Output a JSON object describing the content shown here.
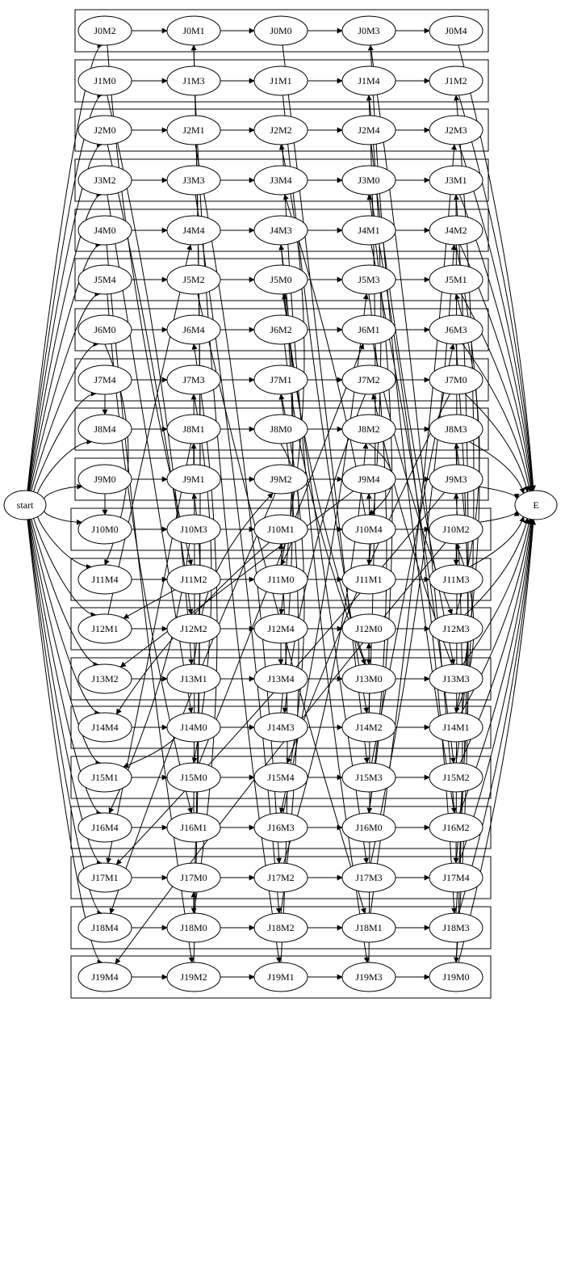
{
  "graph": {
    "start_label": "start",
    "end_label": "E",
    "jobs": [
      {
        "job": "J0",
        "ops": [
          "J0M2",
          "J0M1",
          "J0M0",
          "J0M3",
          "J0M4"
        ]
      },
      {
        "job": "J1",
        "ops": [
          "J1M0",
          "J1M3",
          "J1M1",
          "J1M4",
          "J1M2"
        ]
      },
      {
        "job": "J2",
        "ops": [
          "J2M0",
          "J2M1",
          "J2M2",
          "J2M4",
          "J2M3"
        ]
      },
      {
        "job": "J3",
        "ops": [
          "J3M2",
          "J3M3",
          "J3M4",
          "J3M0",
          "J3M1"
        ]
      },
      {
        "job": "J4",
        "ops": [
          "J4M0",
          "J4M4",
          "J4M3",
          "J4M1",
          "J4M2"
        ]
      },
      {
        "job": "J5",
        "ops": [
          "J5M4",
          "J5M2",
          "J5M0",
          "J5M3",
          "J5M1"
        ]
      },
      {
        "job": "J6",
        "ops": [
          "J6M0",
          "J6M4",
          "J6M2",
          "J6M1",
          "J6M3"
        ]
      },
      {
        "job": "J7",
        "ops": [
          "J7M4",
          "J7M3",
          "J7M1",
          "J7M2",
          "J7M0"
        ]
      },
      {
        "job": "J8",
        "ops": [
          "J8M4",
          "J8M1",
          "J8M0",
          "J8M2",
          "J8M3"
        ]
      },
      {
        "job": "J9",
        "ops": [
          "J9M0",
          "J9M1",
          "J9M2",
          "J9M4",
          "J9M3"
        ]
      },
      {
        "job": "J10",
        "ops": [
          "J10M0",
          "J10M3",
          "J10M1",
          "J10M4",
          "J10M2"
        ]
      },
      {
        "job": "J11",
        "ops": [
          "J11M4",
          "J11M2",
          "J11M0",
          "J11M1",
          "J11M3"
        ]
      },
      {
        "job": "J12",
        "ops": [
          "J12M1",
          "J12M2",
          "J12M4",
          "J12M0",
          "J12M3"
        ]
      },
      {
        "job": "J13",
        "ops": [
          "J13M2",
          "J13M1",
          "J13M4",
          "J13M0",
          "J13M3"
        ]
      },
      {
        "job": "J14",
        "ops": [
          "J14M4",
          "J14M0",
          "J14M3",
          "J14M2",
          "J14M1"
        ]
      },
      {
        "job": "J15",
        "ops": [
          "J15M1",
          "J15M0",
          "J15M4",
          "J15M3",
          "J15M2"
        ]
      },
      {
        "job": "J16",
        "ops": [
          "J16M4",
          "J16M1",
          "J16M3",
          "J16M0",
          "J16M2"
        ]
      },
      {
        "job": "J17",
        "ops": [
          "J17M1",
          "J17M0",
          "J17M2",
          "J17M3",
          "J17M4"
        ]
      },
      {
        "job": "J18",
        "ops": [
          "J18M4",
          "J18M0",
          "J18M2",
          "J18M1",
          "J18M3"
        ]
      },
      {
        "job": "J19",
        "ops": [
          "J19M4",
          "J19M2",
          "J19M1",
          "J19M3",
          "J19M0"
        ]
      }
    ],
    "vertical_edges": [
      [
        "J7M4",
        "J8M4"
      ],
      [
        "J9M0",
        "J10M0"
      ],
      [
        "J9M1",
        "J8M1"
      ],
      [
        "J12M4",
        "J13M4"
      ],
      [
        "J12M0",
        "J13M0"
      ],
      [
        "J18M0",
        "J17M0"
      ]
    ],
    "machine_edges": [
      [
        "J0M2",
        "J11M2"
      ],
      [
        "J0M1",
        "J18M0"
      ],
      [
        "J0M0",
        "J15M3"
      ],
      [
        "J0M3",
        "J16M2"
      ],
      [
        "J1M0",
        "J13M1"
      ],
      [
        "J1M3",
        "J19M1"
      ],
      [
        "J1M1",
        "J14M2"
      ],
      [
        "J1M4",
        "J11M1"
      ],
      [
        "J2M0",
        "J12M2"
      ],
      [
        "J2M1",
        "J17M2"
      ],
      [
        "J2M2",
        "J19M3"
      ],
      [
        "J2M4",
        "J13M3"
      ],
      [
        "J3M2",
        "J14M0"
      ],
      [
        "J3M3",
        "J18M2"
      ],
      [
        "J3M0",
        "J18M3"
      ],
      [
        "J3M1",
        "J17M4"
      ],
      [
        "J4M0",
        "J19M2"
      ],
      [
        "J4M3",
        "J12M4"
      ],
      [
        "J4M1",
        "J15M2"
      ],
      [
        "J4M2",
        "J14M1"
      ],
      [
        "J5M4",
        "J16M1"
      ],
      [
        "J5M2",
        "J18M1"
      ],
      [
        "J5M0",
        "J17M3"
      ],
      [
        "J5M3",
        "J16M0"
      ],
      [
        "J6M0",
        "J11M4"
      ],
      [
        "J6M2",
        "J13M0"
      ],
      [
        "J6M1",
        "J12M3"
      ],
      [
        "J6M3",
        "J19M0"
      ],
      [
        "J7M3",
        "J15M0"
      ],
      [
        "J7M1",
        "J16M3"
      ],
      [
        "J7M2",
        "J14M3"
      ],
      [
        "J7M0",
        "J15M4"
      ],
      [
        "J8M1",
        "J17M1"
      ],
      [
        "J8M0",
        "J11M0"
      ],
      [
        "J8M2",
        "J10M4"
      ],
      [
        "J8M3",
        "J11M3"
      ],
      [
        "J9M2",
        "J18M4"
      ],
      [
        "J9M4",
        "J13M2"
      ],
      [
        "J9M3",
        "J17M1"
      ],
      [
        "J10M3",
        "J16M4"
      ],
      [
        "J10M1",
        "J14M4"
      ],
      [
        "J10M2",
        "J19M4"
      ],
      [
        "J11M2",
        "J12M1"
      ],
      [
        "J14M0",
        "J15M1"
      ],
      [
        "J16M0",
        "J3M0"
      ],
      [
        "J19M3",
        "J12M0"
      ],
      [
        "J13M1",
        "J9M1"
      ],
      [
        "J15M0",
        "J6M1"
      ],
      [
        "J18M2",
        "J7M1"
      ],
      [
        "J17M2",
        "J8M2"
      ],
      [
        "J12M2",
        "J9M2"
      ],
      [
        "J19M1",
        "J10M1"
      ],
      [
        "J14M3",
        "J4M3"
      ],
      [
        "J16M3",
        "J5M3"
      ],
      [
        "J11M0",
        "J2M2"
      ],
      [
        "J13M0",
        "J5M0"
      ],
      [
        "J14M2",
        "J1M4"
      ],
      [
        "J15M3",
        "J6M3"
      ],
      [
        "J18M1",
        "J2M3"
      ],
      [
        "J17M3",
        "J4M2"
      ],
      [
        "J16M2",
        "J0M3"
      ],
      [
        "J19M2",
        "J0M1"
      ],
      [
        "J18M3",
        "J3M1"
      ],
      [
        "J17M4",
        "J1M2"
      ],
      [
        "J12M3",
        "J5M1"
      ],
      [
        "J11M1",
        "J9M4"
      ],
      [
        "J13M3",
        "J7M2"
      ],
      [
        "J15M2",
        "J8M3"
      ],
      [
        "J14M1",
        "J10M2"
      ],
      [
        "J18M0",
        "J6M4"
      ],
      [
        "J16M1",
        "J7M3"
      ],
      [
        "J19M0",
        "J9M3"
      ],
      [
        "J12M1",
        "J4M4"
      ],
      [
        "J10M4",
        "J3M4"
      ]
    ]
  }
}
